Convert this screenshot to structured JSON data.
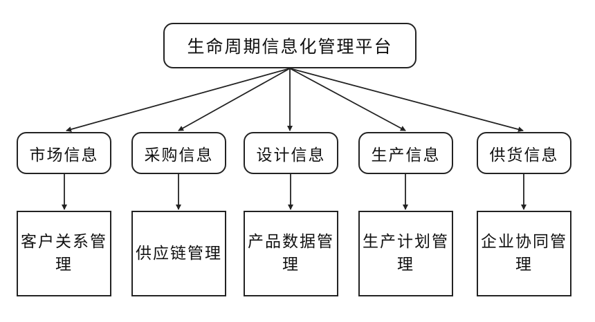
{
  "diagram": {
    "root": {
      "label": "生命周期信息化管理平台"
    },
    "categories": [
      {
        "label": "市场信息",
        "leaf": "客户关系管理"
      },
      {
        "label": "采购信息",
        "leaf": "供应链管理"
      },
      {
        "label": "设计信息",
        "leaf": "产品数据管理"
      },
      {
        "label": "生产信息",
        "leaf": "生产计划管理"
      },
      {
        "label": "供货信息",
        "leaf": "企业协同管理"
      }
    ]
  }
}
